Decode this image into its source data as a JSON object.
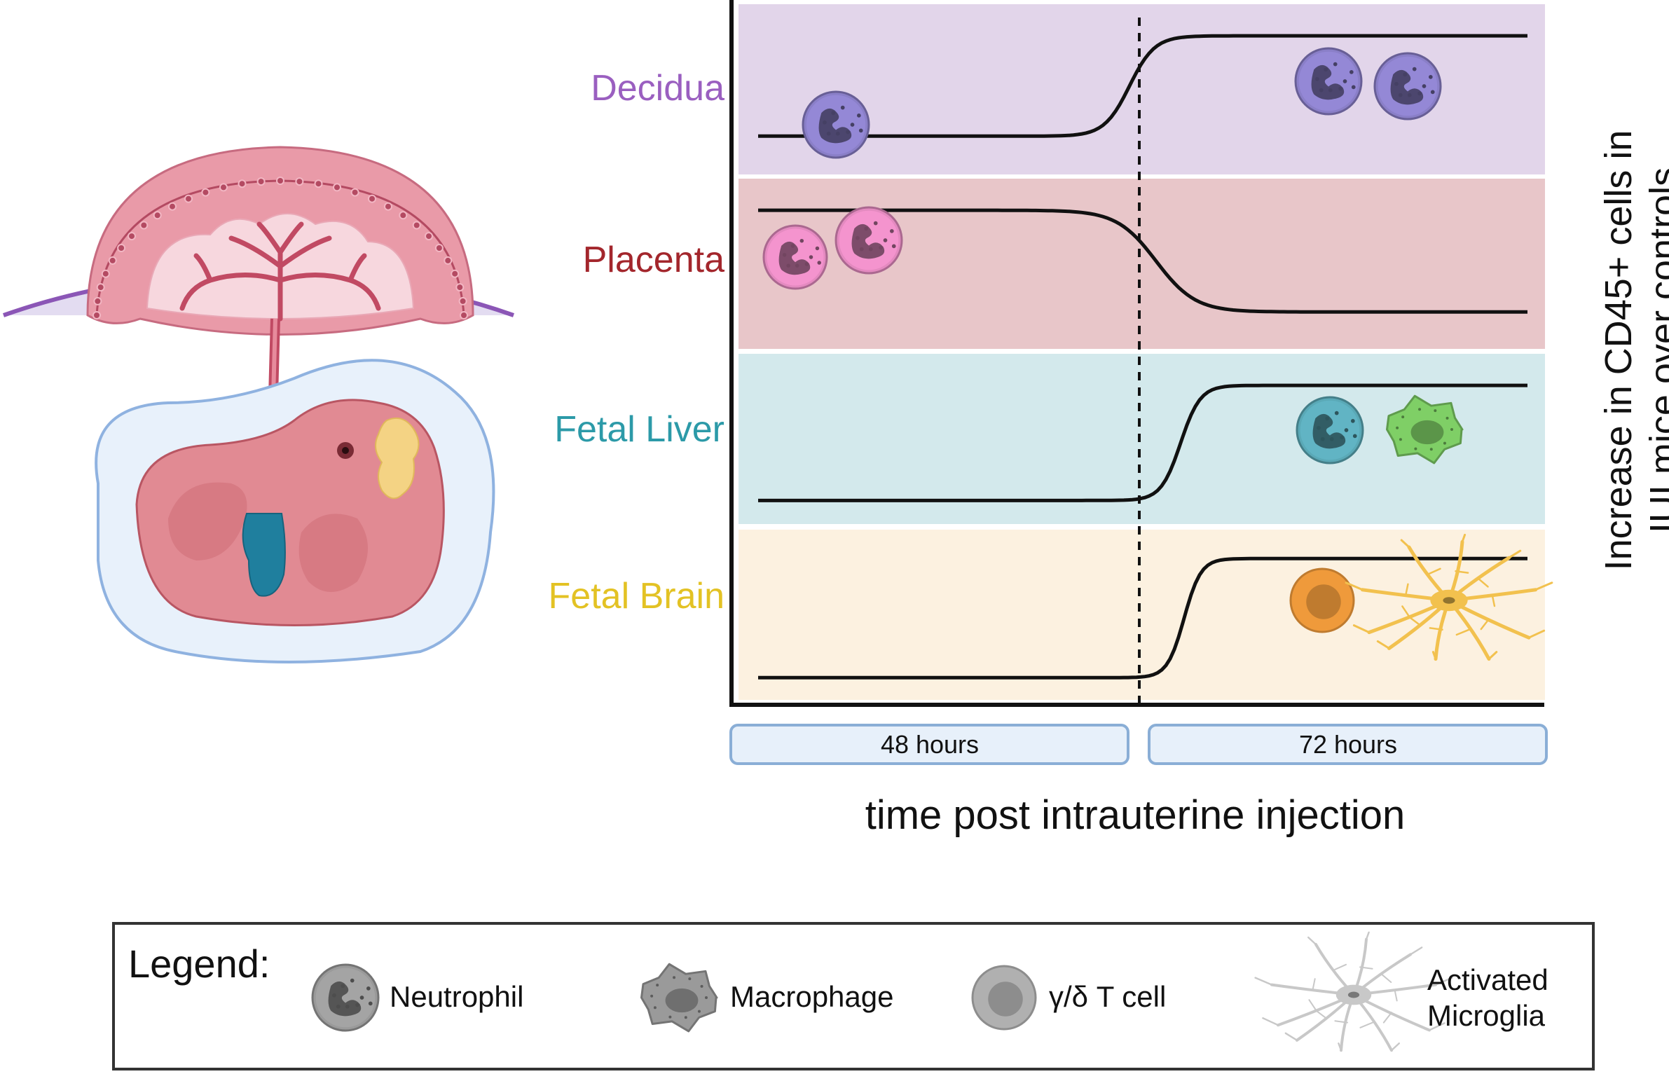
{
  "panels": [
    {
      "label": "Decidua",
      "label_color": "#9a5fc0",
      "bg": "#e2d5ea",
      "cells": [
        "neutrophil",
        "neutrophil",
        "neutrophil"
      ]
    },
    {
      "label": "Placenta",
      "label_color": "#a3262c",
      "bg": "#e8c6c9",
      "cells": [
        "neutrophil",
        "neutrophil"
      ]
    },
    {
      "label": "Fetal Liver",
      "label_color": "#2c9aa8",
      "bg": "#d3e9ec",
      "cells": [
        "neutrophil",
        "macrophage"
      ]
    },
    {
      "label": "Fetal Brain",
      "label_color": "#e3c224",
      "bg": "#fcf1e0",
      "cells": [
        "t-cell",
        "microglia"
      ]
    }
  ],
  "curves": {
    "decidua": {
      "low": 0.0,
      "high": 1.0
    },
    "placenta": {
      "high": 1.0,
      "low": 0.0
    },
    "liver": {
      "low": 0.0,
      "high": 1.0
    },
    "brain": {
      "low": 0.0,
      "high": 1.0
    }
  },
  "time_boxes": [
    "48 hours",
    "72 hours"
  ],
  "x_axis_label": "time post intrauterine injection",
  "y_axis_label_line1": "Increase in CD45+ cells in",
  "y_axis_label_line2": "IUI mice over controls",
  "legend": {
    "title": "Legend:",
    "items": [
      {
        "label": "Neutrophil"
      },
      {
        "label": "Macrophage"
      },
      {
        "label": "γ/δ T cell"
      },
      {
        "label_line1": "Activated",
        "label_line2": "Microglia"
      }
    ]
  },
  "colors": {
    "decidua_cell": "#8a7fc8",
    "placenta_cell": "#e48ac0",
    "liver_neutrophil": "#5aa9b7",
    "liver_macrophage": "#7fcf66",
    "brain_tcell": "#ef9a3b",
    "brain_microglia": "#f2c14e",
    "legend_gray": "#9a9a9a",
    "time_box_fill": "#e7f0fa",
    "time_box_stroke": "#8aaed6"
  }
}
